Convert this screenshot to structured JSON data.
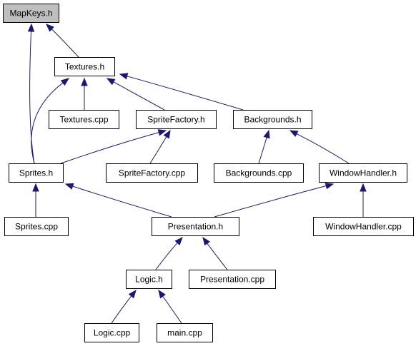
{
  "nodes": {
    "mapkeys_h": "MapKeys.h",
    "textures_h": "Textures.h",
    "textures_cpp": "Textures.cpp",
    "spritefactory_h": "SpriteFactory.h",
    "backgrounds_h": "Backgrounds.h",
    "sprites_h": "Sprites.h",
    "spritefactory_cpp": "SpriteFactory.cpp",
    "backgrounds_cpp": "Backgrounds.cpp",
    "windowhandler_h": "WindowHandler.h",
    "sprites_cpp": "Sprites.cpp",
    "presentation_h": "Presentation.h",
    "windowhandler_cpp": "WindowHandler.cpp",
    "logic_h": "Logic.h",
    "presentation_cpp": "Presentation.cpp",
    "logic_cpp": "Logic.cpp",
    "main_cpp": "main.cpp"
  },
  "root_node": "mapkeys_h",
  "edges": [
    {
      "from": "textures_h",
      "to": "mapkeys_h"
    },
    {
      "from": "sprites_h",
      "to": "mapkeys_h"
    },
    {
      "from": "textures_cpp",
      "to": "textures_h"
    },
    {
      "from": "spritefactory_h",
      "to": "textures_h"
    },
    {
      "from": "backgrounds_h",
      "to": "textures_h"
    },
    {
      "from": "sprites_h",
      "to": "textures_h"
    },
    {
      "from": "sprites_h",
      "to": "spritefactory_h"
    },
    {
      "from": "spritefactory_cpp",
      "to": "spritefactory_h"
    },
    {
      "from": "backgrounds_cpp",
      "to": "backgrounds_h"
    },
    {
      "from": "windowhandler_h",
      "to": "backgrounds_h"
    },
    {
      "from": "sprites_cpp",
      "to": "sprites_h"
    },
    {
      "from": "presentation_h",
      "to": "sprites_h"
    },
    {
      "from": "presentation_h",
      "to": "windowhandler_h"
    },
    {
      "from": "windowhandler_cpp",
      "to": "windowhandler_h"
    },
    {
      "from": "logic_h",
      "to": "presentation_h"
    },
    {
      "from": "presentation_cpp",
      "to": "presentation_h"
    },
    {
      "from": "logic_cpp",
      "to": "logic_h"
    },
    {
      "from": "main_cpp",
      "to": "logic_h"
    }
  ],
  "colors": {
    "edge": "#191970",
    "root_fill": "#bfbfbf",
    "node_fill": "#ffffff",
    "border": "#000000"
  }
}
